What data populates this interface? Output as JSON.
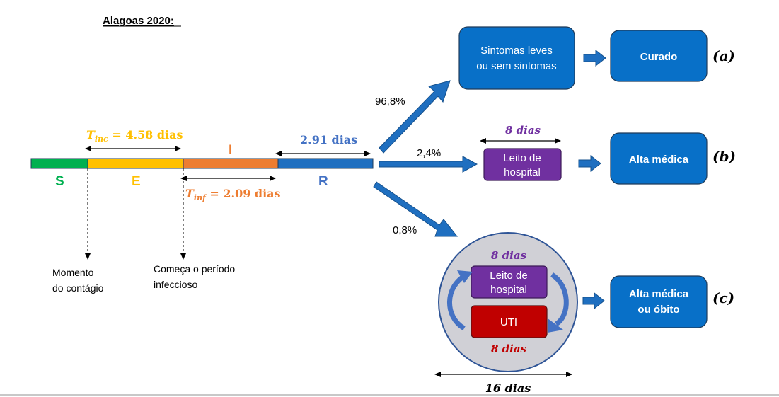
{
  "title": "Alagoas 2020:",
  "stages": {
    "s": {
      "label": "S",
      "color": "#00b050"
    },
    "e": {
      "label": "E",
      "color": "#ffc000"
    },
    "i": {
      "label": "I",
      "color": "#ed7d31"
    },
    "r": {
      "label": "R",
      "color": "#1f6fc0"
    }
  },
  "durations": {
    "t_inc": "T",
    "t_inc_sub": "inc",
    "t_inc_value": " = 4.58 dias",
    "t_inf": "T",
    "t_inf_sub": "inf",
    "t_inf_value": " = 2.09 dias",
    "r": "2.91 dias"
  },
  "annotations": {
    "contact_line1": "Momento",
    "contact_line2": "do contágio",
    "infectious_line1": "Começa o período",
    "infectious_line2": "infeccioso"
  },
  "percentages": {
    "a": "96,8%",
    "b": "2,4%",
    "c": "0,8%"
  },
  "branch_a": {
    "box1_line1": "Sintomas leves",
    "box1_line2": "ou sem sintomas",
    "box2": "Curado",
    "tag": "(a)"
  },
  "branch_b": {
    "days": "8 dias",
    "bed_line1": "Leito de",
    "bed_line2": "hospital",
    "outcome": "Alta médica",
    "tag": "(b)"
  },
  "branch_c": {
    "days_top": "8 dias",
    "bed_line1": "Leito de",
    "bed_line2": "hospital",
    "icu": "UTI",
    "days_bottom": "8 dias",
    "total_days": "16 dias",
    "outcome_line1": "Alta médica",
    "outcome_line2": "ou óbito",
    "tag": "(c)"
  },
  "colors": {
    "box_blue": "#0870c8",
    "purple": "#7030a0",
    "icu_red": "#c00000",
    "circle_gray": "#d0d0d6"
  }
}
